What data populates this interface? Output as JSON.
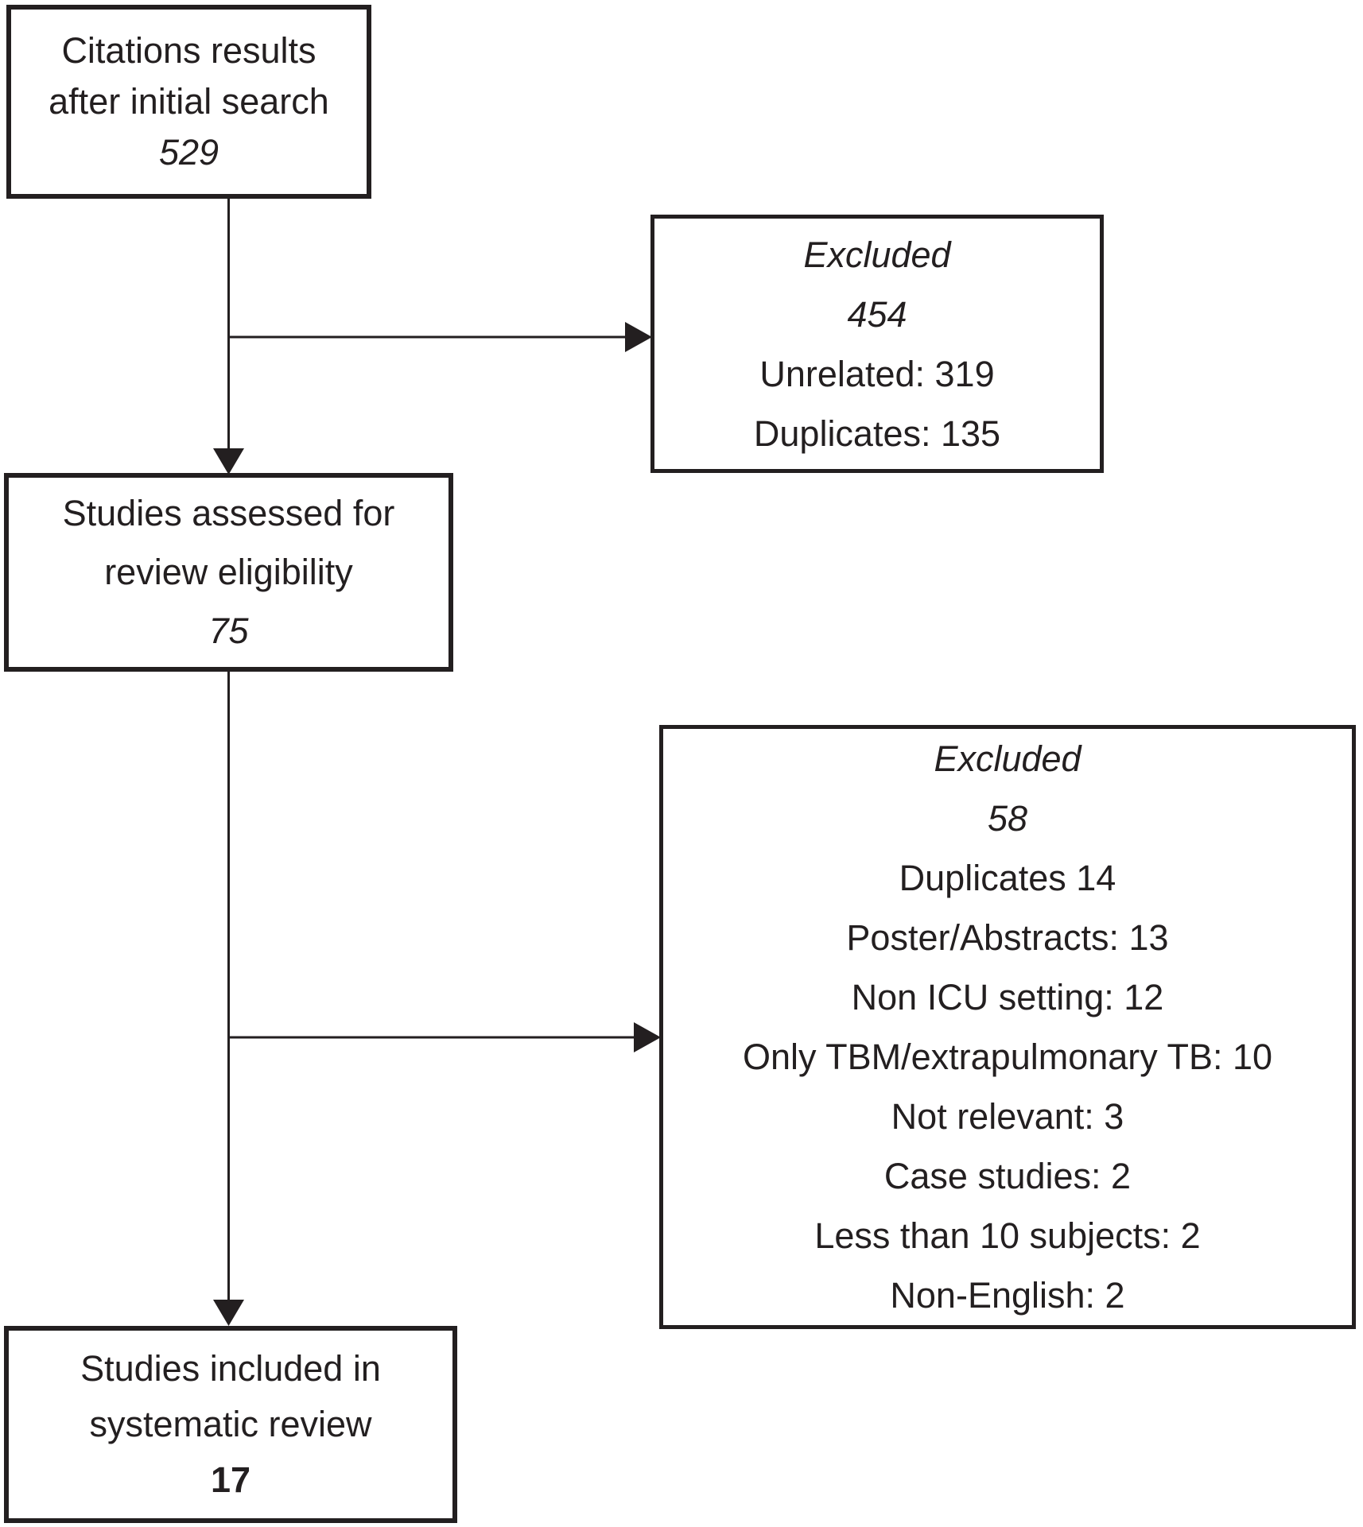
{
  "diagram": {
    "colors": {
      "ink": "#231f20",
      "background": "#ffffff"
    },
    "boxes": {
      "citations": {
        "line1": "Citations results",
        "line2": "after initial search",
        "count": "529"
      },
      "excluded_initial": {
        "title": "Excluded",
        "count": "454",
        "items": [
          "Unrelated: 319",
          "Duplicates: 135"
        ]
      },
      "assessed": {
        "line1": "Studies assessed for",
        "line2": "review eligibility",
        "count": "75"
      },
      "excluded_review": {
        "title": "Excluded",
        "count": "58",
        "items": [
          "Duplicates 14",
          "Poster/Abstracts: 13",
          "Non ICU setting: 12",
          "Only TBM/extrapulmonary TB: 10",
          "Not relevant: 3",
          "Case studies: 2",
          "Less than 10 subjects: 2",
          "Non-English: 2"
        ]
      },
      "included": {
        "line1": "Studies included in",
        "line2": "systematic review",
        "count": "17"
      }
    }
  }
}
